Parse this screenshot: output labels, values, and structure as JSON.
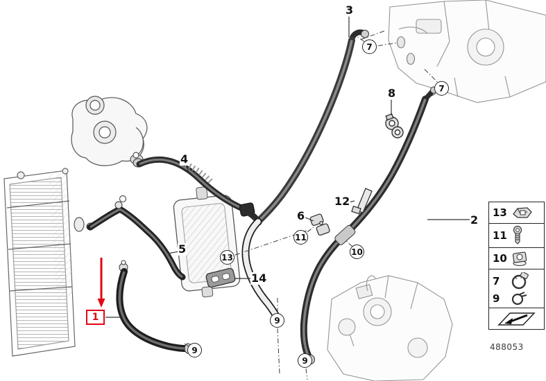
{
  "diagram": {
    "description": "Cooling system coolant hoses parts diagram",
    "part_number": "488053",
    "callouts": {
      "n1": "1",
      "n2": "2",
      "n3": "3",
      "n4": "4",
      "n5": "5",
      "n6": "6",
      "n7": "7",
      "n8": "8",
      "n9": "9",
      "n10": "10",
      "n11": "11",
      "n12": "12",
      "n13": "13",
      "n14": "14"
    },
    "legend": {
      "items": [
        {
          "label": "13",
          "icon": "clip-icon"
        },
        {
          "label": "11",
          "icon": "screw-icon"
        },
        {
          "label": "10",
          "icon": "nut-icon"
        },
        {
          "label": "7",
          "icon": "hose-clamp-icon"
        },
        {
          "label": "9",
          "icon": "spring-clamp-icon"
        }
      ],
      "direction_symbol": "direction-arrow-icon"
    },
    "colors": {
      "highlight_red": "#e30613",
      "line_dark": "#1d1d1d",
      "component_gray": "#999999"
    }
  }
}
